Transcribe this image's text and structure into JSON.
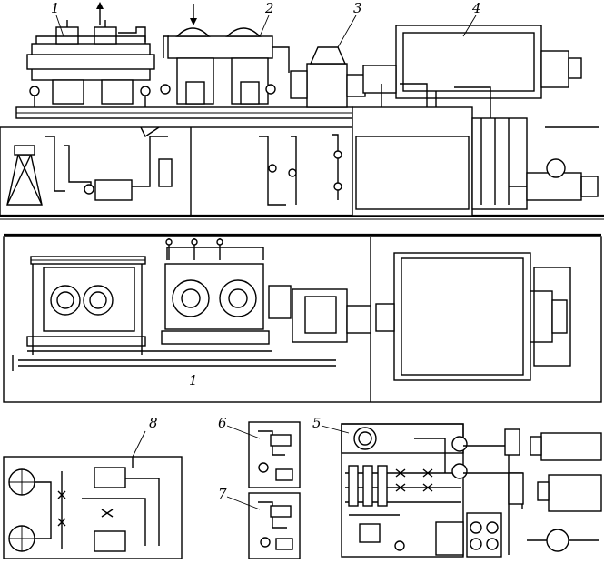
{
  "figure": {
    "callouts": [
      {
        "id": "c1",
        "text": "1"
      },
      {
        "id": "c2",
        "text": "2"
      },
      {
        "id": "c3",
        "text": "3"
      },
      {
        "id": "c4",
        "text": "4"
      },
      {
        "id": "c5",
        "text": "5"
      },
      {
        "id": "c6",
        "text": "6"
      },
      {
        "id": "c7",
        "text": "7"
      },
      {
        "id": "c8",
        "text": "8"
      },
      {
        "id": "c-plan-1",
        "text": "1"
      }
    ]
  }
}
